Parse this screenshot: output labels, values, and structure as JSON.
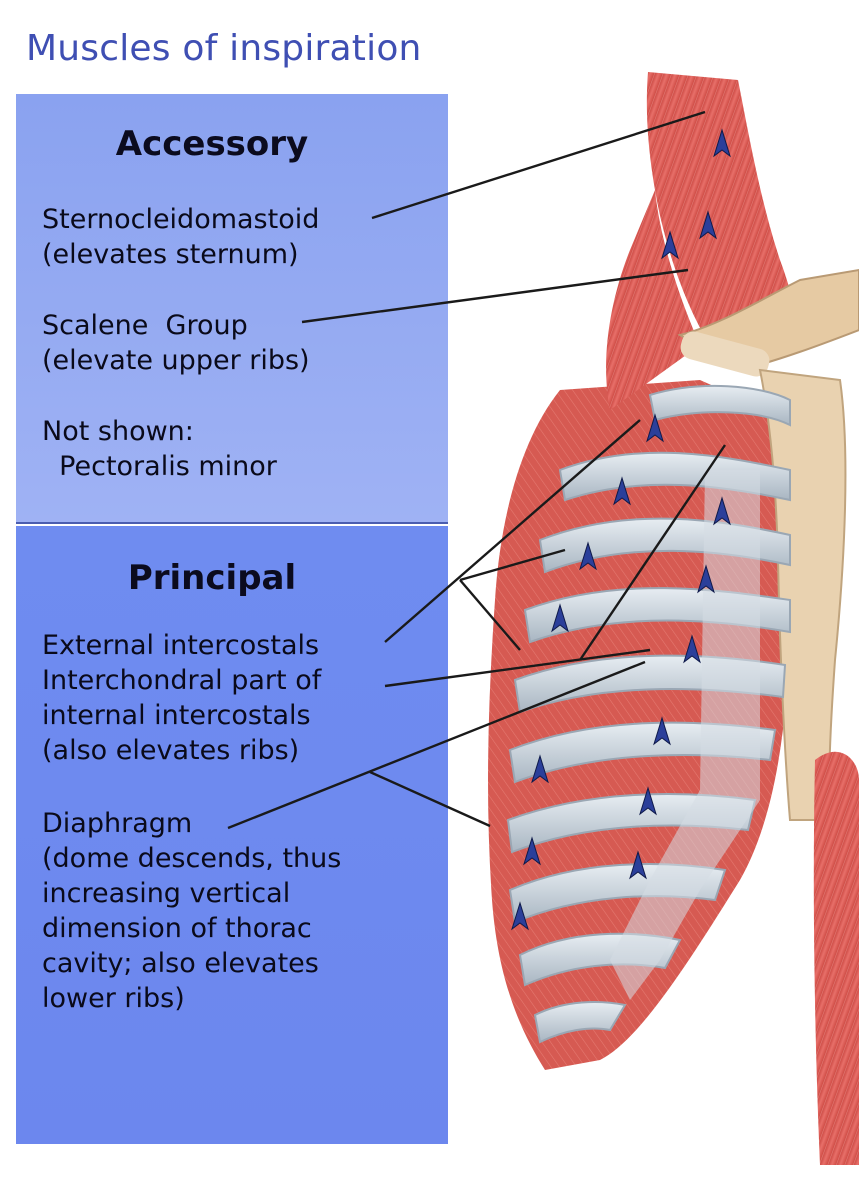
{
  "title": "Muscles of inspiration",
  "accessory": {
    "heading": "Accessory",
    "scm_name": "Sternocleidomastoid",
    "scm_action": "(elevates sternum)",
    "scalene_name": "Scalene  Group",
    "scalene_action": "(elevate upper ribs)",
    "not_shown_label": "Not shown:",
    "not_shown_item": "  Pectoralis minor"
  },
  "principal": {
    "heading": "Principal",
    "ext_intercostals": "External intercostals",
    "interchondral_1": "Interchondral part of",
    "interchondral_2": "internal intercostals",
    "interchondral_3": "(also elevates ribs)",
    "diaphragm_name": "Diaphragm",
    "diaphragm_1": "(dome descends, thus",
    "diaphragm_2": "increasing vertical",
    "diaphragm_3": "dimension of thorac",
    "diaphragm_4": "cavity; also elevates",
    "diaphragm_5": "lower ribs)"
  },
  "colors": {
    "title": "#3f4fb3",
    "accessory_panel": "#9aaef3",
    "principal_panel": "#6f8cf0",
    "muscle": "#d9534f",
    "rib": "#c9d3dc",
    "bone": "#e2c6a0",
    "arrow_marker": "#2b3f9a"
  },
  "icons": [
    "direction-arrow-icon"
  ]
}
